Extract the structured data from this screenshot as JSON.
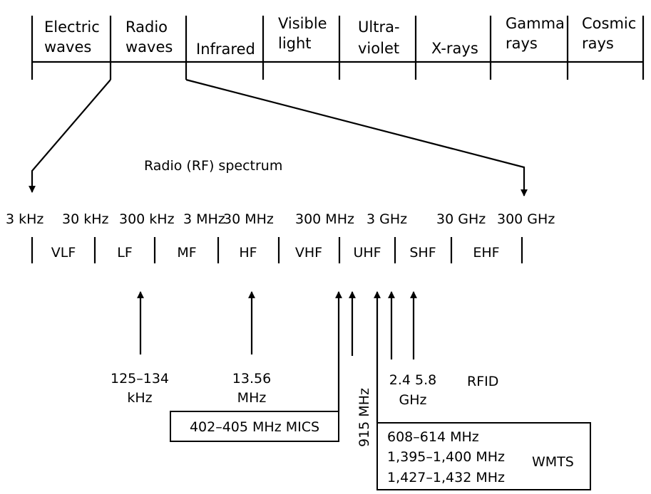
{
  "em_spectrum": {
    "cells": [
      {
        "line1": "Electric",
        "line2": "waves"
      },
      {
        "line1": "Radio",
        "line2": "waves"
      },
      {
        "line1": "",
        "line2": "Infrared"
      },
      {
        "line1": "Visible",
        "line2": "light"
      },
      {
        "line1": "Ultra-",
        "line2": "violet"
      },
      {
        "line1": "",
        "line2": "X-rays"
      },
      {
        "line1": "Gamma",
        "line2": "rays"
      },
      {
        "line1": "Cosmic",
        "line2": "rays"
      }
    ]
  },
  "rf_title": "Radio (RF) spectrum",
  "frequencies": [
    "3 kHz",
    "30 kHz",
    "300 kHz",
    "3 MHz",
    "30 MHz",
    "300 MHz",
    "3 GHz",
    "30 GHz",
    "300 GHz"
  ],
  "bands": [
    "VLF",
    "LF",
    "MF",
    "HF",
    "VHF",
    "UHF",
    "SHF",
    "EHF"
  ],
  "labels": {
    "lf_rfid": {
      "line1": "125–134",
      "line2": "kHz"
    },
    "hf_rfid": {
      "line1": "13.56",
      "line2": "MHz"
    },
    "mics": "402–405 MHz MICS",
    "uhf_915": "915 MHz",
    "microwave": {
      "line1": "2.4 5.8",
      "line2": "GHz"
    },
    "rfid": "RFID",
    "wmts_ranges": [
      "608–614 MHz",
      "1,395–1,400 MHz",
      "1,427–1,432 MHz"
    ],
    "wmts": "WMTS"
  }
}
